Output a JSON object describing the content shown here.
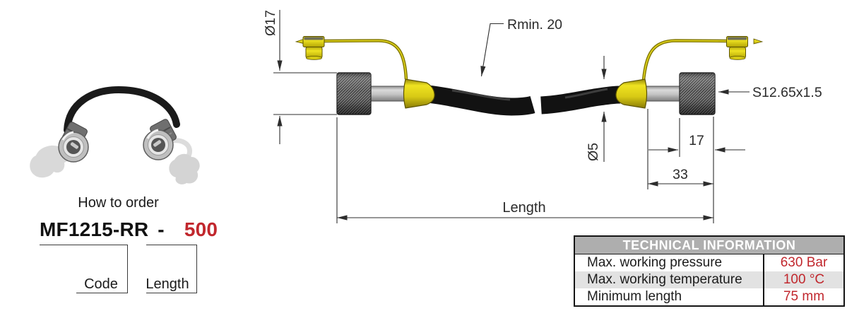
{
  "order": {
    "heading": "How to order",
    "code": "MF1215-RR",
    "separator": "-",
    "length_value": "500",
    "code_label": "Code",
    "length_label": "Length"
  },
  "drawing": {
    "labels": {
      "nut_diameter": "Ø17",
      "bend_radius": "Rmin. 20",
      "hose_diameter": "Ø5",
      "thread": "S12.65x1.5",
      "nut_width": "17",
      "end_fitting_length": "33",
      "overall_length": "Length"
    },
    "colors": {
      "cap_yellow": "#e8da1e",
      "cap_outline": "#5c5300",
      "hose_black": "#121212",
      "metal_gray": "#c0c0c0",
      "knurl_gray": "#949494",
      "dimension_line": "#2d2d2d"
    }
  },
  "table": {
    "title": "TECHNICAL INFORMATION",
    "header_bg": "#aeaeae",
    "value_color": "#c1272d",
    "rows": [
      {
        "label": "Max. working pressure",
        "value": "630 Bar"
      },
      {
        "label": "Max. working temperature",
        "value": "100 °C"
      },
      {
        "label": "Minimum length",
        "value": "75 mm"
      }
    ]
  }
}
